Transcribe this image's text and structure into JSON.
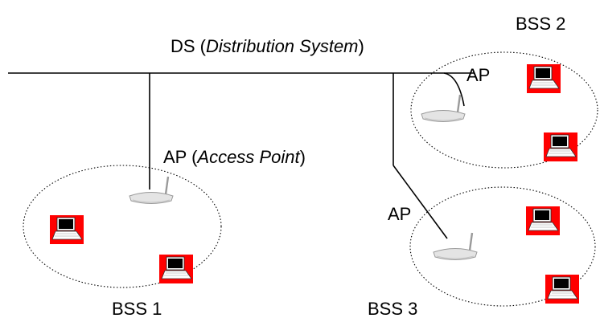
{
  "ds_label": {
    "prefix": "DS (",
    "italic": "Distribution System",
    "suffix": ")"
  },
  "ap_main_label": {
    "prefix": "AP (",
    "italic": "Access Point",
    "suffix": ")"
  },
  "ap_short_label": "AP",
  "bss_labels": {
    "bss1": "BSS 1",
    "bss2": "BSS 2",
    "bss3": "BSS 3"
  },
  "colors": {
    "laptop_background": "#ff0000",
    "line": "#000000",
    "access_point": "#e4e4e4"
  },
  "icons": {
    "station": "laptop-icon",
    "access_point": "access-point-icon"
  }
}
